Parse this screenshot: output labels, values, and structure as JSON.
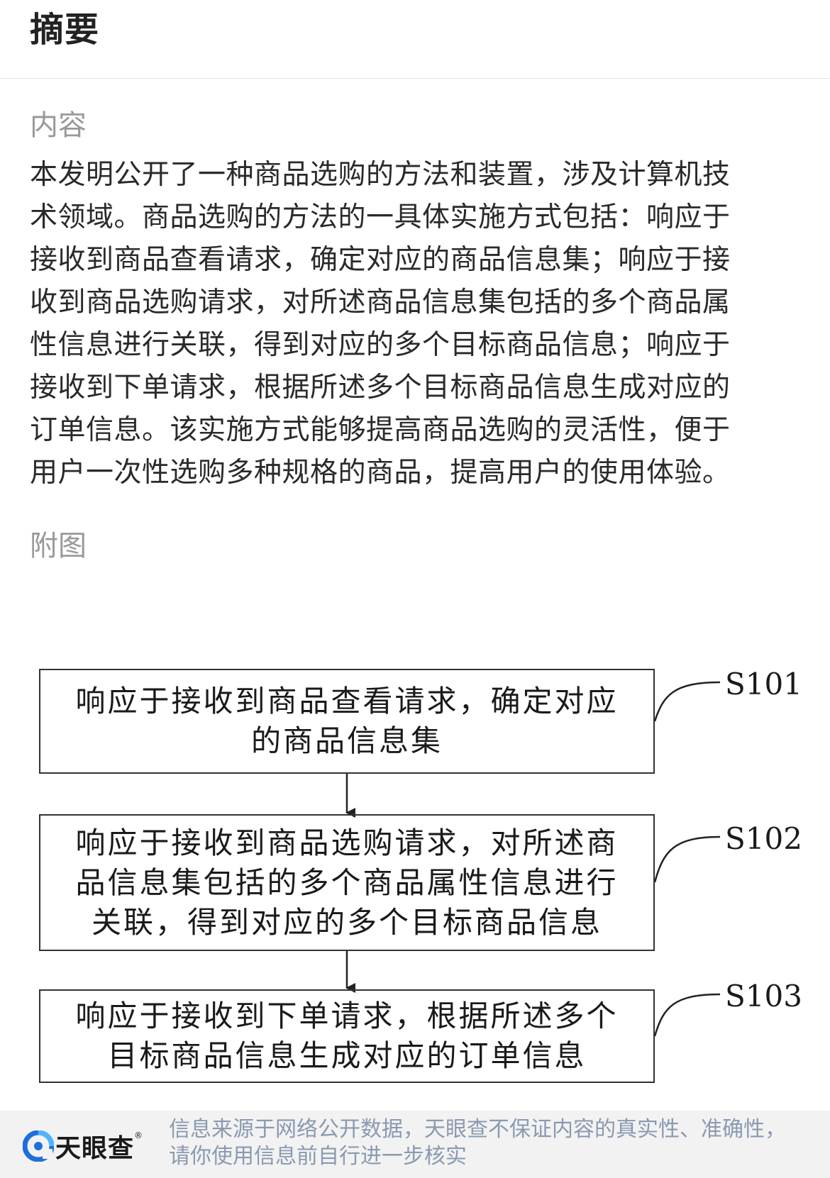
{
  "header": {
    "title": "摘要"
  },
  "content": {
    "label": "内容",
    "lines": [
      "本发明公开了一种商品选购的方法和装置，涉及计算机技",
      "术领域。商品选购的方法的一具体实施方式包括：响应于",
      "接收到商品查看请求，确定对应的商品信息集；响应于接",
      "收到商品选购请求，对所述商品信息集包括的多个商品属",
      "性信息进行关联，得到对应的多个目标商品信息；响应于",
      "接收到下单请求，根据所述多个目标商品信息生成对应的",
      "订单信息。该实施方式能够提高商品选购的灵活性，便于",
      "用户一次性选购多种规格的商品，提高用户的使用体验。"
    ]
  },
  "figure": {
    "label": "附图",
    "steps": [
      {
        "id": "S101",
        "text": "响应于接收到商品查看请求，确定对应的商品信息集"
      },
      {
        "id": "S102",
        "text": "响应于接收到商品选购请求，对所述商品信息集包括的多个商品属性信息进行关联，得到对应的多个目标商品信息"
      },
      {
        "id": "S103",
        "text": "响应于接收到下单请求，根据所述多个目标商品信息生成对应的订单信息"
      }
    ]
  },
  "footer": {
    "logo_text": "天眼查",
    "logo_mark": "®",
    "disclaimer_line1": "信息来源于网络公开数据，天眼查不保证内容的真实性、准确性，",
    "disclaimer_line2": "请你使用信息前自行进一步核实"
  },
  "colors": {
    "label_gray": "#999999",
    "footer_bg": "#f2f2f2",
    "footer_text": "#8a9ab0",
    "logo_blue": "#1e6fd9"
  },
  "icons": {
    "logo": "tianyancha-logo-icon"
  }
}
